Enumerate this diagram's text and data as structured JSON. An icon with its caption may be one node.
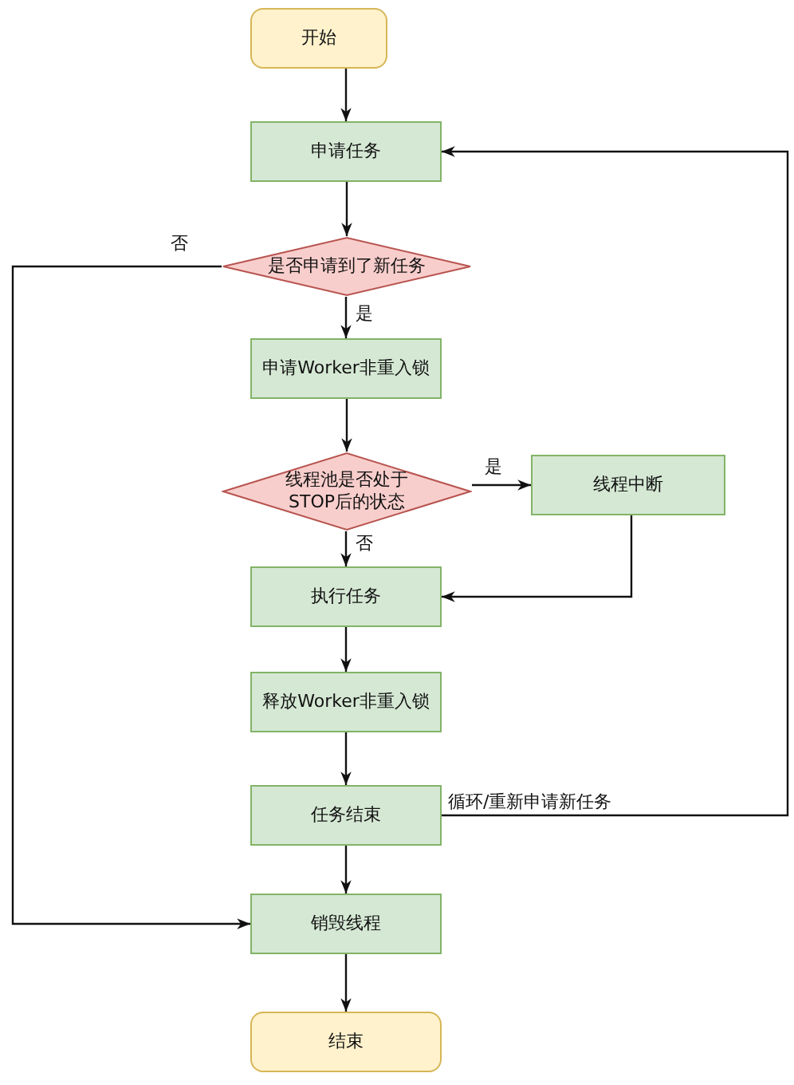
{
  "diagram": {
    "nodes": [
      {
        "text": [
          "开始"
        ]
      },
      {
        "text": [
          "申请任务"
        ]
      },
      {
        "text": [
          "是否申请到了新任务"
        ]
      },
      {
        "text": [
          "申请Worker非重入锁"
        ]
      },
      {
        "text": [
          "线程池是否处于STOP后的状态"
        ]
      },
      {
        "text": [
          "线程中断"
        ]
      },
      {
        "text": [
          "执行任务"
        ]
      },
      {
        "text": [
          "释放Worker非重入锁"
        ]
      },
      {
        "text": [
          "任务结束"
        ]
      },
      {
        "text": [
          "销毁线程"
        ]
      },
      {
        "text": [
          "结束"
        ]
      }
    ],
    "edges": [
      {
        "from": 0,
        "to": 1,
        "arrow": "to"
      },
      {
        "from": 1,
        "to": 2,
        "arrow": "to"
      },
      {
        "from": 2,
        "to": 3,
        "label": "是",
        "arrow": "to"
      },
      {
        "from": 2,
        "to": 9,
        "label": "否",
        "arrow": "to"
      },
      {
        "from": 3,
        "to": 4,
        "arrow": "to"
      },
      {
        "from": 4,
        "to": 5,
        "label": "是",
        "arrow": "to"
      },
      {
        "from": 4,
        "to": 6,
        "label": "否",
        "arrow": "to"
      },
      {
        "from": 5,
        "to": 6,
        "arrow": "to"
      },
      {
        "from": 6,
        "to": 7,
        "arrow": "to"
      },
      {
        "from": 7,
        "to": 8,
        "arrow": "to"
      },
      {
        "from": 8,
        "to": 1,
        "label": "循环/重新申请新任务",
        "arrow": "to"
      },
      {
        "from": 8,
        "to": 9,
        "arrow": "to"
      },
      {
        "from": 9,
        "to": 10,
        "arrow": "to"
      }
    ]
  }
}
